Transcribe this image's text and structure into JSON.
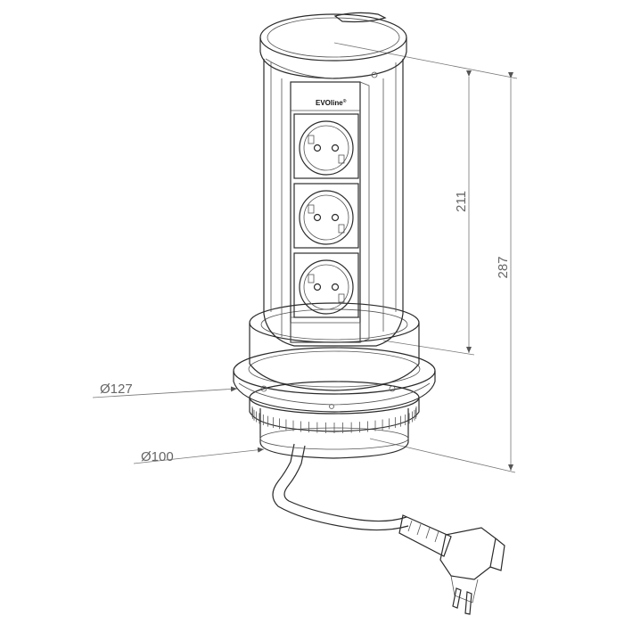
{
  "brand": "EVOline",
  "brand_mark": "®",
  "dimensions": {
    "height_top": "211",
    "height_total": "287",
    "diameter_flange": "Ø127",
    "diameter_body": "Ø100"
  }
}
